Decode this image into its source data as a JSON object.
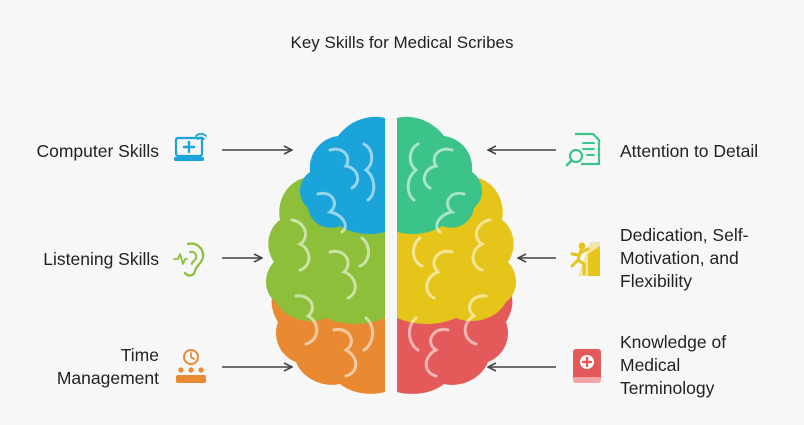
{
  "title": "Key Skills for Medical Scribes",
  "skills": {
    "computer": {
      "lines": [
        "Computer Skills"
      ],
      "icon": "laptop-medical-icon",
      "color": "#1aa4d9"
    },
    "listening": {
      "lines": [
        "Listening Skills"
      ],
      "icon": "ear-icon",
      "color": "#8ebf3a"
    },
    "time": {
      "lines": [
        "Time",
        "Management"
      ],
      "icon": "clock-schedule-icon",
      "color": "#e98a33"
    },
    "attention": {
      "lines": [
        "Attention to Detail"
      ],
      "icon": "document-search-icon",
      "color": "#3cc38a"
    },
    "dedication": {
      "lines": [
        "Dedication, Self-",
        "Motivation, and",
        "Flexibility"
      ],
      "icon": "climber-icon",
      "color": "#e6c51a"
    },
    "knowledge": {
      "lines": [
        "Knowledge of",
        "Medical",
        "Terminology"
      ],
      "icon": "medical-book-icon",
      "color": "#e45a5a"
    }
  },
  "colors": {
    "blue": "#1aa4d9",
    "teal": "#3cc38a",
    "green": "#8ebf3a",
    "yellow": "#e6c51a",
    "orange": "#e98a33",
    "red": "#e45a5a",
    "arrow": "#444444"
  }
}
